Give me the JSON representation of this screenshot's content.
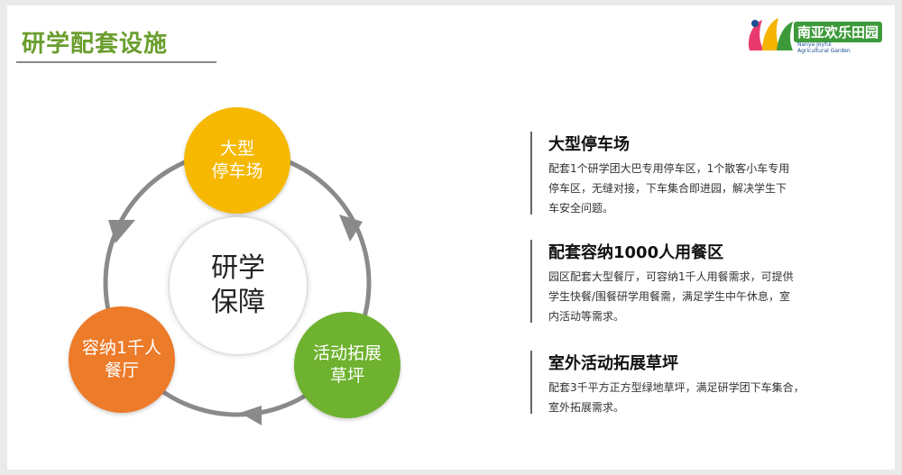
{
  "header": {
    "title": "研学配套设施"
  },
  "logo": {
    "text": "南亚欢乐田园",
    "sub_line1": "Nanya Joyful",
    "sub_line2": "Agricultural Garden"
  },
  "diagram": {
    "center_line1": "研学",
    "center_line2": "保障",
    "nodes": [
      {
        "line1": "大型",
        "line2": "停车场",
        "color": "#f6b800"
      },
      {
        "line1": "活动拓展",
        "line2": "草坪",
        "color": "#6eb22f"
      },
      {
        "line1": "容纳1千人",
        "line2": "餐厅",
        "color": "#ec7b2a"
      }
    ],
    "arrow_color": "#888888"
  },
  "sections": [
    {
      "heading": "大型停车场",
      "lines": [
        "配套1个研学团大巴专用停车区，1个散客小车专用",
        "停车区，无缝对接，下车集合即进园，解决学生下",
        "车安全问题。"
      ]
    },
    {
      "heading": "配套容纳1000人用餐区",
      "lines": [
        "园区配套大型餐厅，可容纳1千人用餐需求，可提供",
        "学生快餐/围餐研学用餐需，满足学生中午休息，室",
        "内活动等需求。"
      ]
    },
    {
      "heading": "室外活动拓展草坪",
      "lines": [
        "配套3千平方正方型绿地草坪，满足研学团下车集合，",
        "室外拓展需求。"
      ]
    }
  ]
}
